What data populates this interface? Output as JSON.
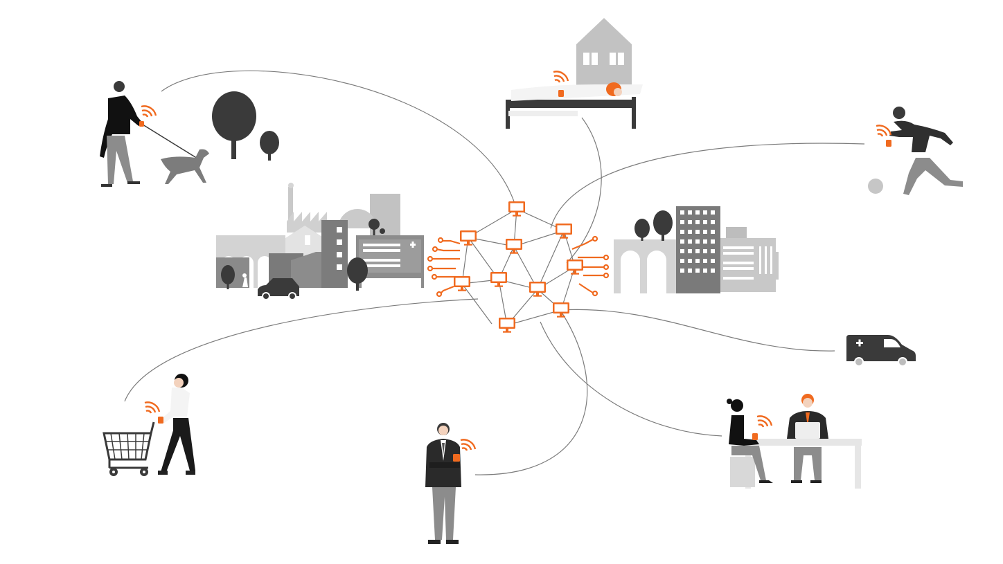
{
  "colors": {
    "accent": "#f06a1f",
    "dark": "#3a3a3a",
    "mid": "#7a7a7a",
    "light": "#bdbdbd",
    "pale": "#e6e6e6",
    "line": "#7c7c7c"
  },
  "scenes": [
    {
      "name": "person-walking-dog",
      "icon": "wearable-wristband-icon"
    },
    {
      "name": "patient-in-bed-at-home",
      "icon": "wearable-wristband-icon"
    },
    {
      "name": "person-jogging",
      "icon": "wearable-wristband-icon"
    },
    {
      "name": "ambulance",
      "icon": "ambulance-icon"
    },
    {
      "name": "doctor-consultation",
      "icon": "wearable-wristband-icon"
    },
    {
      "name": "man-with-wristband",
      "icon": "wearable-wristband-icon"
    },
    {
      "name": "woman-shopping",
      "icon": "wearable-wristband-icon"
    }
  ],
  "network": {
    "center_icon": "computer-network-icon",
    "node_count": 10
  }
}
